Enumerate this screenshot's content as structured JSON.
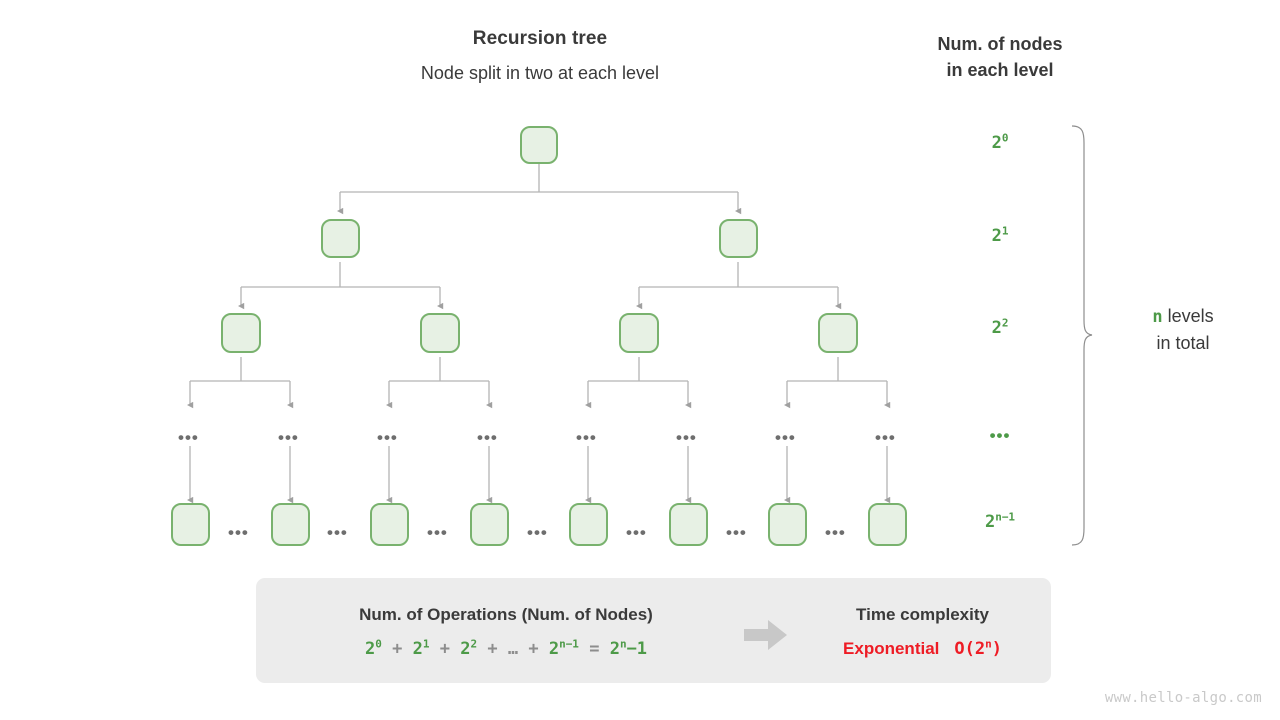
{
  "headings": {
    "title": "Recursion tree",
    "subtitle": "Node split in two at each level",
    "right_line1": "Num. of nodes",
    "right_line2": "in each level"
  },
  "brace": {
    "n_symbol": "n",
    "line1_rest": "levels",
    "line2": "in total"
  },
  "levels": [
    {
      "id": "level-0",
      "label_base": "2",
      "label_exp": "0",
      "node_count": 1
    },
    {
      "id": "level-1",
      "label_base": "2",
      "label_exp": "1",
      "node_count": 2
    },
    {
      "id": "level-2",
      "label_base": "2",
      "label_exp": "2",
      "node_count": 4
    },
    {
      "id": "level-mid",
      "label_base": "…",
      "label_exp": "",
      "node_count": 8
    },
    {
      "id": "level-last",
      "label_base": "2",
      "label_exp": "n−1",
      "node_count": 8
    }
  ],
  "ellipsis": {
    "marker": "•••",
    "separator": "•••"
  },
  "panel": {
    "left_title": "Num. of Operations (Num. of Nodes)",
    "right_title": "Time complexity",
    "right_value_word": "Exponential",
    "right_value_bigo_prefix": "O(2",
    "right_value_bigo_exp": "n",
    "right_value_bigo_suffix": ")",
    "arrow_icon": "right-arrow-icon",
    "formula": {
      "t1_base": "2",
      "t1_exp": "0",
      "op1": "+",
      "t2_base": "2",
      "t2_exp": "1",
      "op2": "+",
      "t3_base": "2",
      "t3_exp": "2",
      "op3": "+",
      "t4": "…",
      "op4": "+",
      "t5_base": "2",
      "t5_exp": "n−1",
      "eq": "=",
      "t6_base": "2",
      "t6_exp": "n",
      "t6_tail": "−1"
    }
  },
  "watermark": "www.hello-algo.com",
  "colors": {
    "node_fill": "#e7f1e4",
    "node_border": "#79b26e",
    "accent_green": "#4d9a48",
    "edge_grey": "#a8a8a8",
    "panel_bg": "#ececec",
    "danger_red": "#ee1c25",
    "text": "#3a3a3a",
    "watermark": "#c9c9c9"
  }
}
